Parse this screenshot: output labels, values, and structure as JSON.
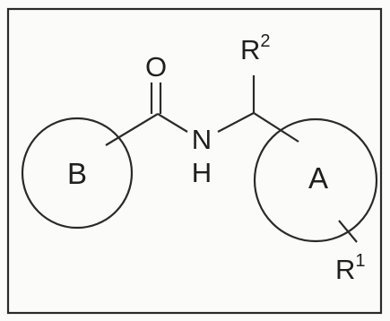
{
  "structure": {
    "ring_b": "B",
    "ring_a": "A",
    "oxygen": "O",
    "nitrogen": "N",
    "hydrogen": "H",
    "r2_base": "R",
    "r2_sup": "2",
    "r1_base": "R",
    "r1_sup": "1"
  },
  "colors": {
    "stroke": "#2a2a2a",
    "background": "#fbfbfa"
  }
}
